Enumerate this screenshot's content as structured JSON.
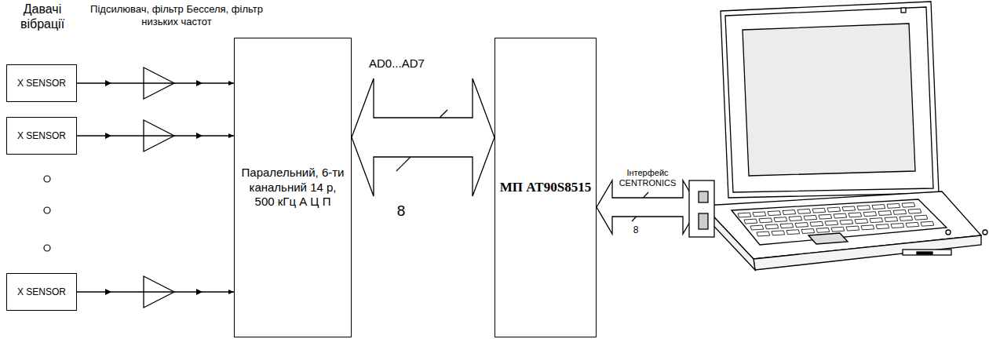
{
  "diagram": {
    "nodes": [
      {
        "text": [
          "X SENSOR"
        ]
      },
      {
        "text": [
          "X SENSOR"
        ]
      },
      {
        "text": [
          "X SENSOR"
        ]
      },
      {
        "text": [
          "Паралельний, 6-ти канальний 14 р, 500 кГц А Ц П"
        ]
      },
      {
        "text": [
          "МП AT90S8515"
        ]
      }
    ],
    "edges": [
      {
        "from": 0,
        "to": 3,
        "arrow": "to"
      },
      {
        "from": 1,
        "to": 3,
        "arrow": "to"
      },
      {
        "from": 2,
        "to": 3,
        "arrow": "to"
      },
      {
        "from": 3,
        "to": 4,
        "label": "AD0...AD7",
        "arrow": "both"
      }
    ],
    "labels": [
      "Давачі вібрації",
      "Підсилювач, фільтр Бесселя, фільтр низьких частот",
      "8",
      "Інтерфейс CENTRONICS",
      "8"
    ]
  }
}
